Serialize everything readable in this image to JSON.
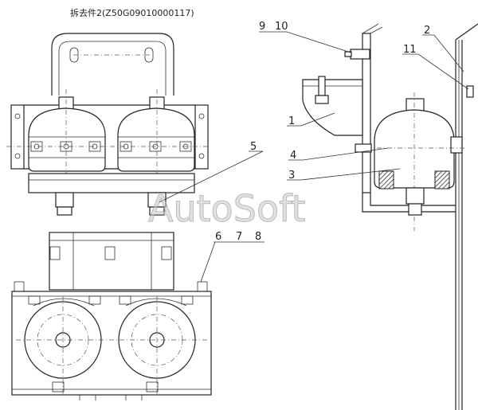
{
  "title": "拆去件2(Z50G09010000117)",
  "watermark": "AutoSoft",
  "callouts": {
    "c1": "1",
    "c2": "2",
    "c3": "3",
    "c4": "4",
    "c5": "5",
    "c6": "6",
    "c7": "7",
    "c8": "8",
    "c9": "9",
    "c10": "10",
    "c11": "11"
  }
}
